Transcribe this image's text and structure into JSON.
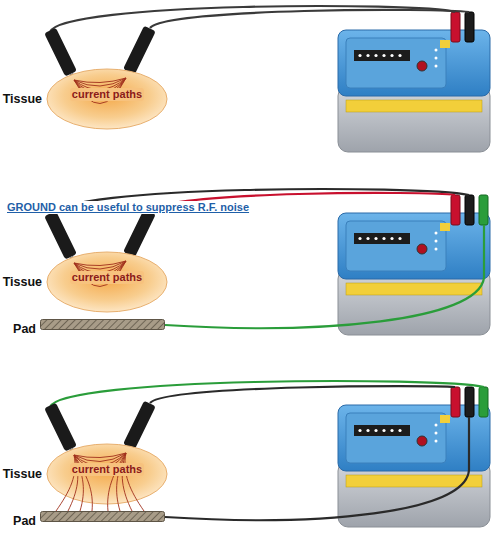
{
  "diagram": {
    "nodes": [
      {
        "text": [
          "Tissue",
          "current paths"
        ]
      },
      {
        "text": [
          "Tissue",
          "current paths"
        ]
      },
      {
        "text": [
          "Pad"
        ]
      },
      {
        "text": [
          "Tissue",
          "current paths"
        ]
      },
      {
        "text": [
          "Pad"
        ]
      }
    ],
    "labels": [
      "GROUND can be useful to suppress R.F. noise"
    ]
  }
}
